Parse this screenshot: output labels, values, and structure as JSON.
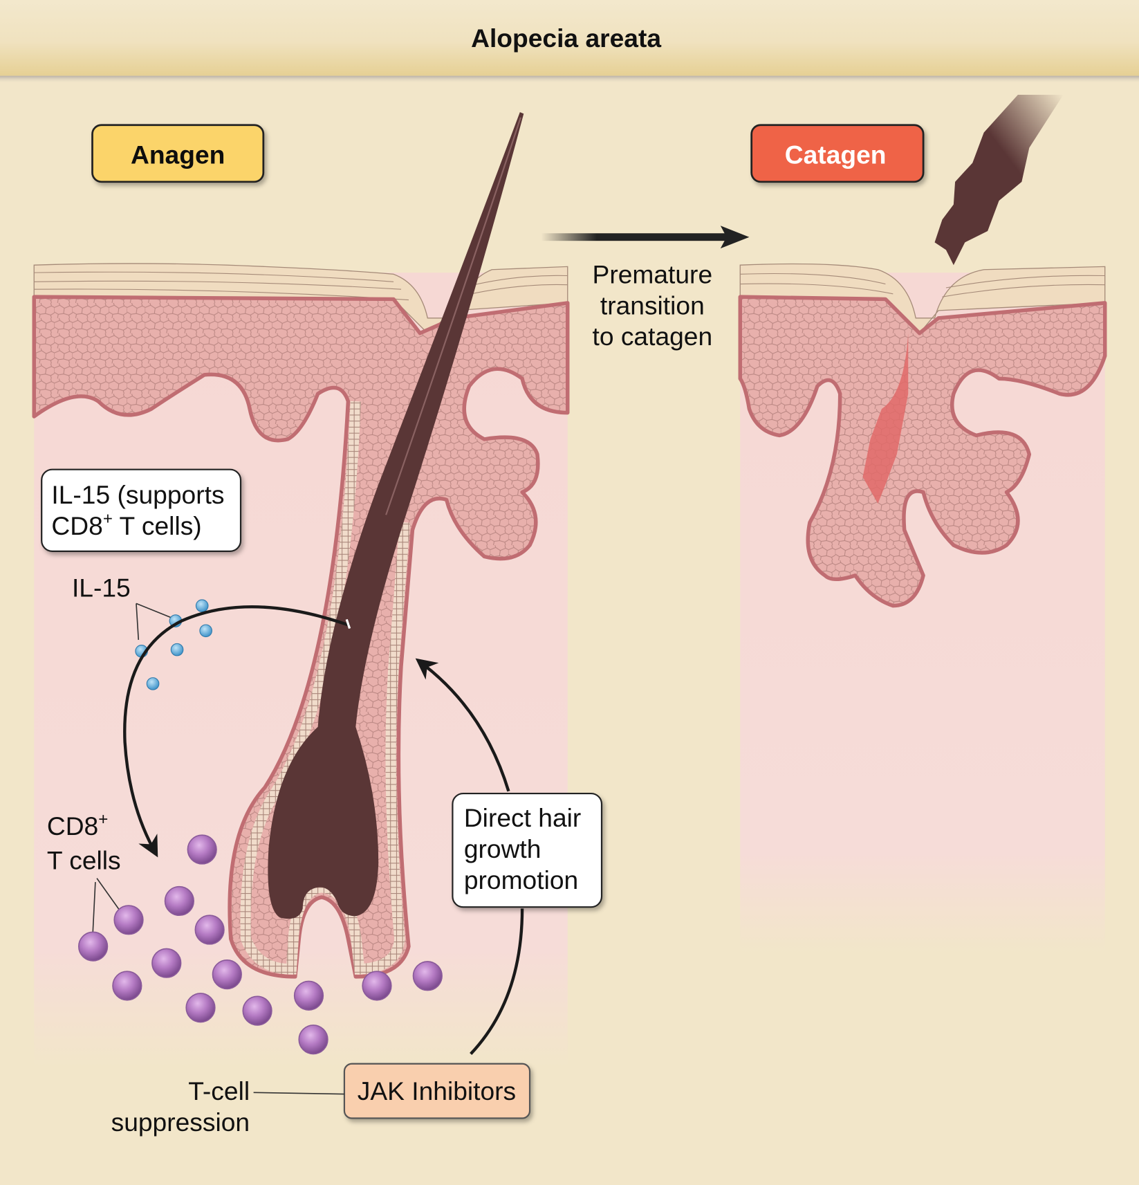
{
  "title": "Alopecia areata",
  "stages": {
    "anagen": {
      "label": "Anagen",
      "color": "#fbd46a"
    },
    "catagen": {
      "label": "Catagen",
      "color": "#ef6446"
    }
  },
  "transition": {
    "line1": "Premature",
    "line2": "transition",
    "line3": "to catagen"
  },
  "il15_box": {
    "line1": "IL-15 (supports",
    "line2": "CD8",
    "line2_sup": "+",
    "line2_rest": " T cells)"
  },
  "il15_label": "IL-15",
  "tcell_label": {
    "line1": "CD8",
    "line1_sup": "+",
    "line2": "T cells"
  },
  "direct_box": {
    "line1": "Direct hair",
    "line2": "growth",
    "line3": "promotion"
  },
  "jak_box": {
    "label": "JAK Inhibitors",
    "color": "#f9cfae"
  },
  "suppression": {
    "line1": "T-cell",
    "line2": "suppression"
  },
  "colors": {
    "background": "#f2e6c9",
    "dermis": "#f6dcd8",
    "epidermis": "#e6a8a4",
    "hair": "#5a3636",
    "tcell": "#b77cc4",
    "il15": "#6fb8e6"
  }
}
